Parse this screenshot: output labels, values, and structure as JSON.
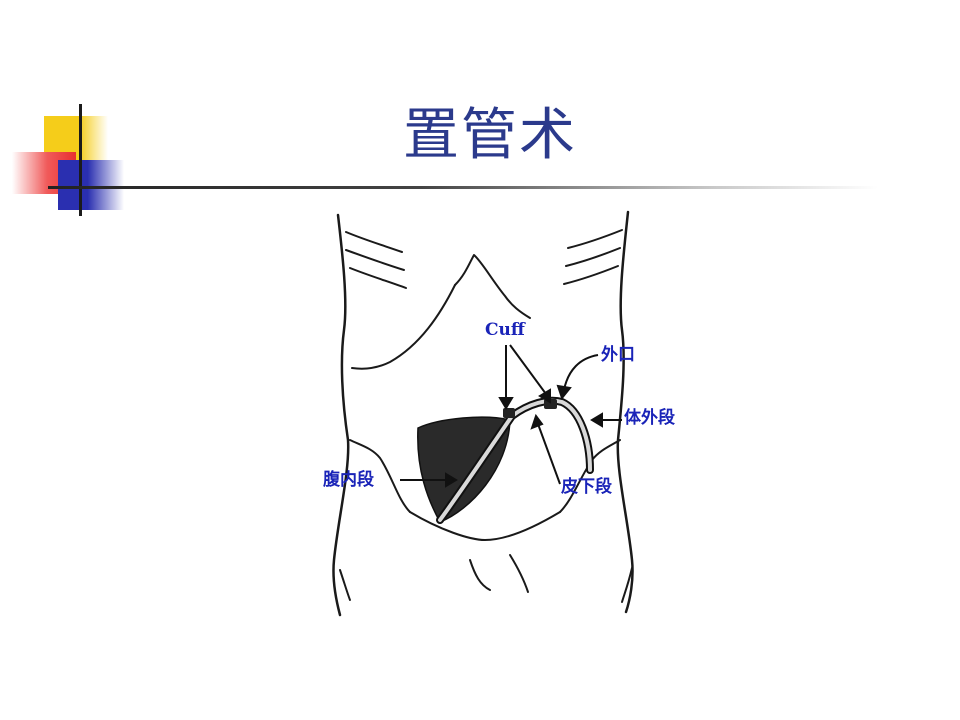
{
  "slide": {
    "title": "置管术"
  },
  "diagram": {
    "labels": {
      "cuff": "Cuff",
      "exit_site": "外口",
      "external_segment": "体外段",
      "intraperitoneal_segment": "腹内段",
      "subcutaneous_segment": "皮下段"
    }
  },
  "colors": {
    "title": "#2b3a8c",
    "labels": "#1a24b8",
    "accent_yellow": "#f5cd1a",
    "accent_red": "#e83030",
    "accent_blue": "#2a2fb0"
  }
}
